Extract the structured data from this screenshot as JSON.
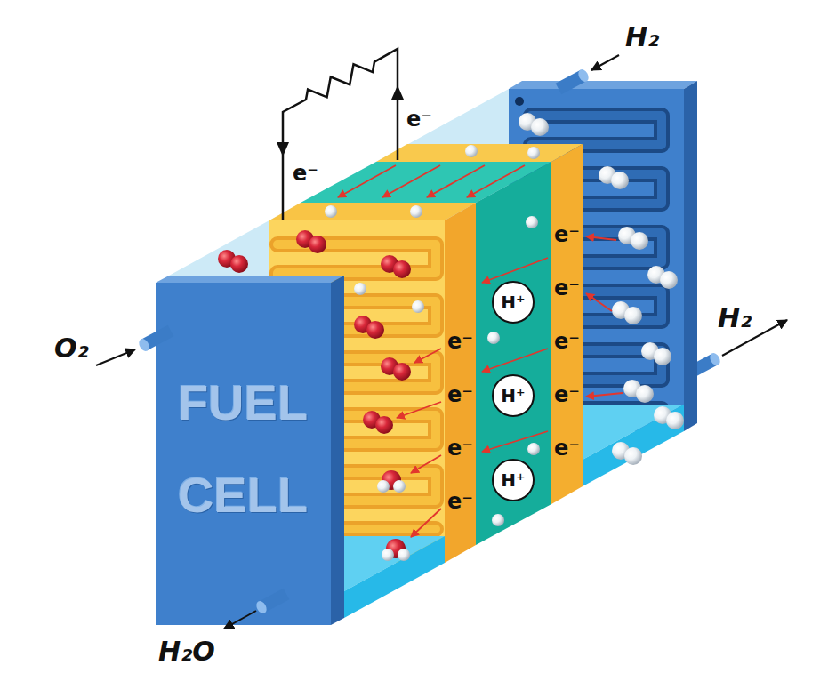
{
  "diagram": {
    "nodes": [
      {
        "text": [
          "FUEL CELL"
        ]
      },
      {
        "text": [
          "H⁺"
        ]
      },
      {
        "text": [
          "H⁺"
        ]
      },
      {
        "text": [
          "H⁺"
        ]
      }
    ],
    "labels": [
      "e⁻",
      "e⁻",
      "H₂",
      "H₂",
      "O₂",
      "e⁻",
      "e⁻",
      "e⁻",
      "e⁻",
      "e⁻",
      "e⁻",
      "e⁻",
      "e⁻",
      "e⁻",
      "H₂O"
    ]
  }
}
